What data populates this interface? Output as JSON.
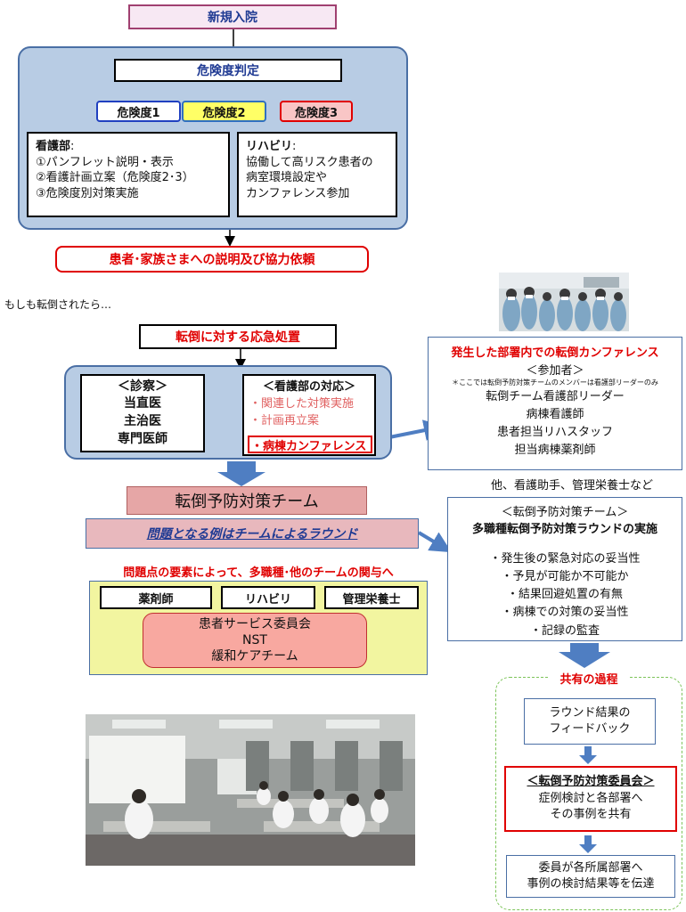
{
  "top": {
    "admission": "新規入院",
    "risk_assessment": "危険度判定",
    "risk_levels": [
      "危険度1",
      "危険度2",
      "危険度3"
    ],
    "nursing": {
      "title": "看護部",
      "colon": ":",
      "lines": [
        "①パンフレット説明・表示",
        "②看護計画立案（危険度2･3）",
        "③危険度別対策実施"
      ]
    },
    "rehab": {
      "title": "リハビリ",
      "colon": ":",
      "lines": [
        "協働して高リスク患者の",
        "病室環境設定や",
        "カンファレンス参加"
      ]
    },
    "explanation": "患者･家族さまへの説明及び協力依頼"
  },
  "if_fall": "もしも転倒されたら…",
  "emergency": "転倒に対する応急処置",
  "exam": {
    "title": "＜診察＞",
    "items": [
      "当直医",
      "主治医",
      "専門医師"
    ]
  },
  "nursing_response": {
    "title": "＜看護部の対応＞",
    "items": [
      "・関連した対策実施",
      "・計画再立案",
      "・病棟カンファレンス"
    ]
  },
  "conference": {
    "title": "発生した部署内での転倒カンファレンス",
    "participants_header": "＜参加者＞",
    "note": "＊ここでは転倒予防対策チームのメンバーは看護部リーダーのみ",
    "members": [
      "転倒チーム看護部リーダー",
      "病棟看護師",
      "患者担当リハスタッフ",
      "担当病棟薬剤師"
    ],
    "others": "他、看護助手、管理栄養士など"
  },
  "team": "転倒予防対策チーム",
  "round": "問題となる例はチームによるラウンド",
  "multi_header": "問題点の要素によって、多職種･他のチームの関与へ",
  "roles": [
    "薬剤師",
    "リハビリ",
    "管理栄養士"
  ],
  "committees": [
    "患者サービス委員会",
    "NST",
    "緩和ケアチーム"
  ],
  "round_box": {
    "title": "＜転倒予防対策チーム＞",
    "subtitle": "多職種転倒予防対策ラウンドの実施",
    "items": [
      "・発生後の緊急対応の妥当性",
      "・予見が可能か不可能か",
      "・結果回避処置の有無",
      "・病棟での対策の妥当性",
      "・記録の監査"
    ]
  },
  "sharing": {
    "title": "共有の過程",
    "feedback": [
      "ラウンド結果の",
      "フィードバック"
    ],
    "committee": {
      "title": "＜転倒予防対策委員会＞",
      "lines": [
        "症例検討と各部署へ",
        "その事例を共有"
      ]
    },
    "dissemination": [
      "委員が各所属部署へ",
      "事例の検討結果等を伝達"
    ]
  },
  "colors": {
    "panel_fill": "#b8cce4",
    "panel_border": "#4a6fa5",
    "red": "#e00000",
    "navy": "#1f3a93",
    "yellow_panel": "#f2f5a0",
    "salmon": "#f8a8a0",
    "pink_team": "#e6a6a6",
    "green_dash": "#7dc45a"
  }
}
